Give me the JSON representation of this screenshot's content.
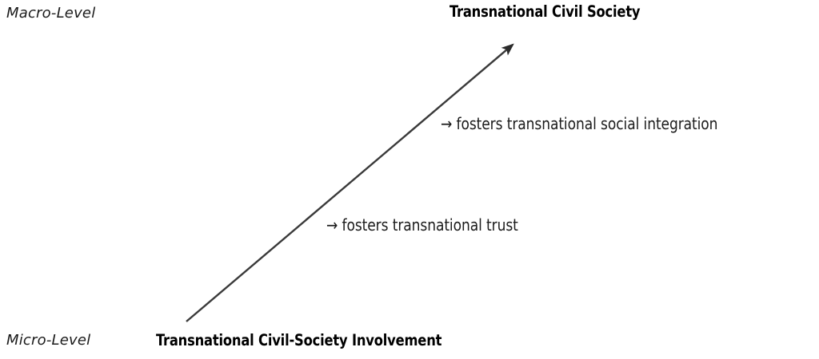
{
  "diagram": {
    "title": "Transnational Civil Society",
    "background_color": "#ffffff",
    "line_color": "#3a3a3a",
    "text_color": "#1a1a1a",
    "axis_labels": {
      "top": "Macro-Level",
      "bottom": "Micro-Level"
    },
    "nodes": [
      {
        "id": "macro-node",
        "label": "Transnational Civil Society",
        "level": "Macro-Level"
      },
      {
        "id": "micro-node",
        "label": "Transnational Civil-Society Involvement",
        "level": "Micro-Level"
      }
    ],
    "edge": {
      "from": "micro-node",
      "to": "macro-node",
      "annotations": [
        "→ fosters transnational social integration",
        "→ fosters transnational trust"
      ]
    }
  }
}
